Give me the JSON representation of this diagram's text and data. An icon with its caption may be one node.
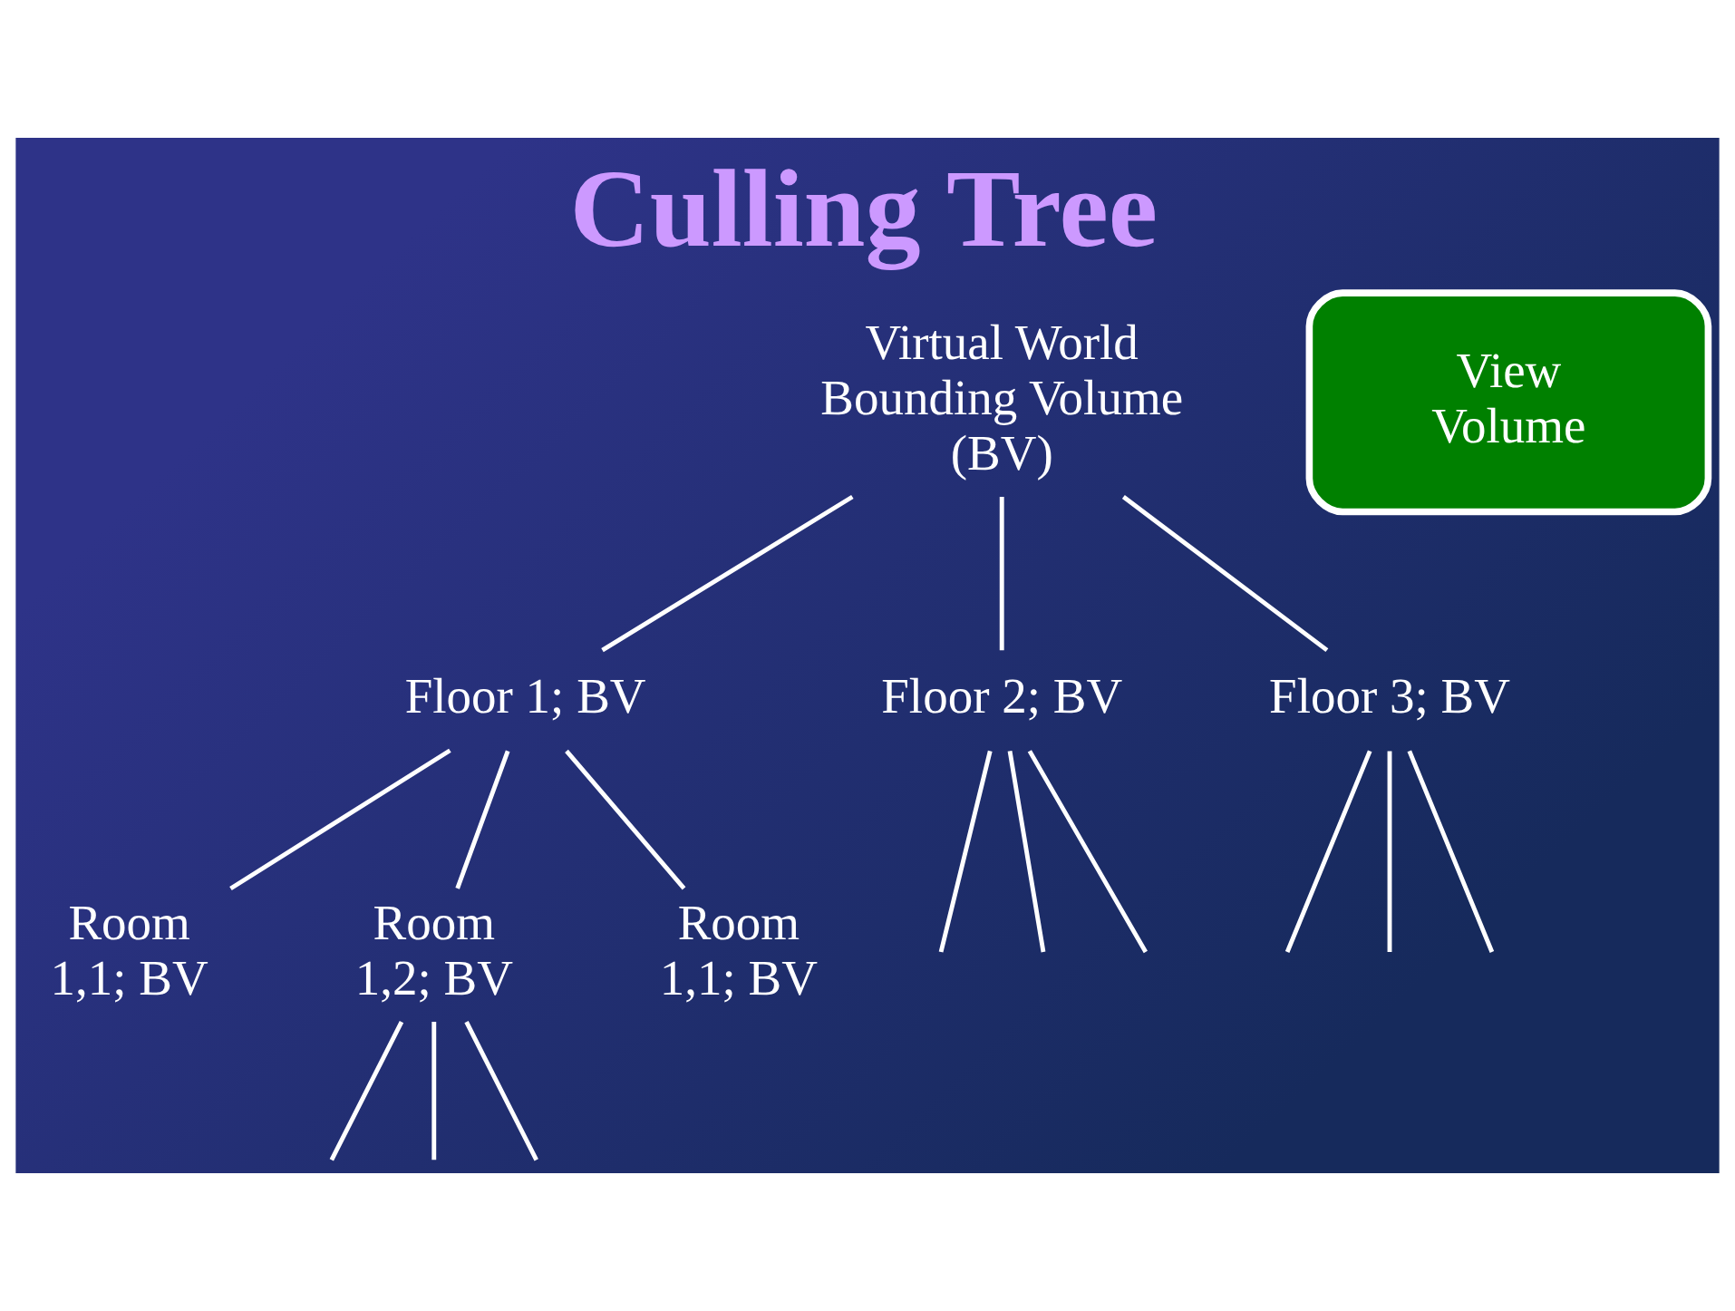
{
  "diagram": {
    "title": "Culling Tree",
    "nodes": [
      {
        "text": [
          "Virtual World Bounding Volume (BV)"
        ]
      },
      {
        "text": [
          "Floor 1; BV"
        ]
      },
      {
        "text": [
          "Floor 2; BV"
        ]
      },
      {
        "text": [
          "Floor 3; BV"
        ]
      },
      {
        "text": [
          "Room 1,1; BV"
        ]
      },
      {
        "text": [
          "Room 1,2; BV"
        ]
      },
      {
        "text": [
          "Room 1,1; BV"
        ]
      },
      {
        "text": [
          "View Volume"
        ]
      }
    ],
    "edges": [
      {
        "from": 0,
        "to": 1,
        "arrow": "none"
      },
      {
        "from": 0,
        "to": 2,
        "arrow": "none"
      },
      {
        "from": 0,
        "to": 3,
        "arrow": "none"
      },
      {
        "from": 1,
        "to": 4,
        "arrow": "none"
      },
      {
        "from": 1,
        "to": 5,
        "arrow": "none"
      },
      {
        "from": 1,
        "to": 6,
        "arrow": "none"
      },
      {
        "from": 2,
        "to": null,
        "arrow": "none"
      },
      {
        "from": 2,
        "to": null,
        "arrow": "none"
      },
      {
        "from": 2,
        "to": null,
        "arrow": "none"
      },
      {
        "from": 3,
        "to": null,
        "arrow": "none"
      },
      {
        "from": 3,
        "to": null,
        "arrow": "none"
      },
      {
        "from": 3,
        "to": null,
        "arrow": "none"
      },
      {
        "from": 5,
        "to": null,
        "arrow": "none"
      },
      {
        "from": 5,
        "to": null,
        "arrow": "none"
      },
      {
        "from": 5,
        "to": null,
        "arrow": "none"
      }
    ]
  }
}
